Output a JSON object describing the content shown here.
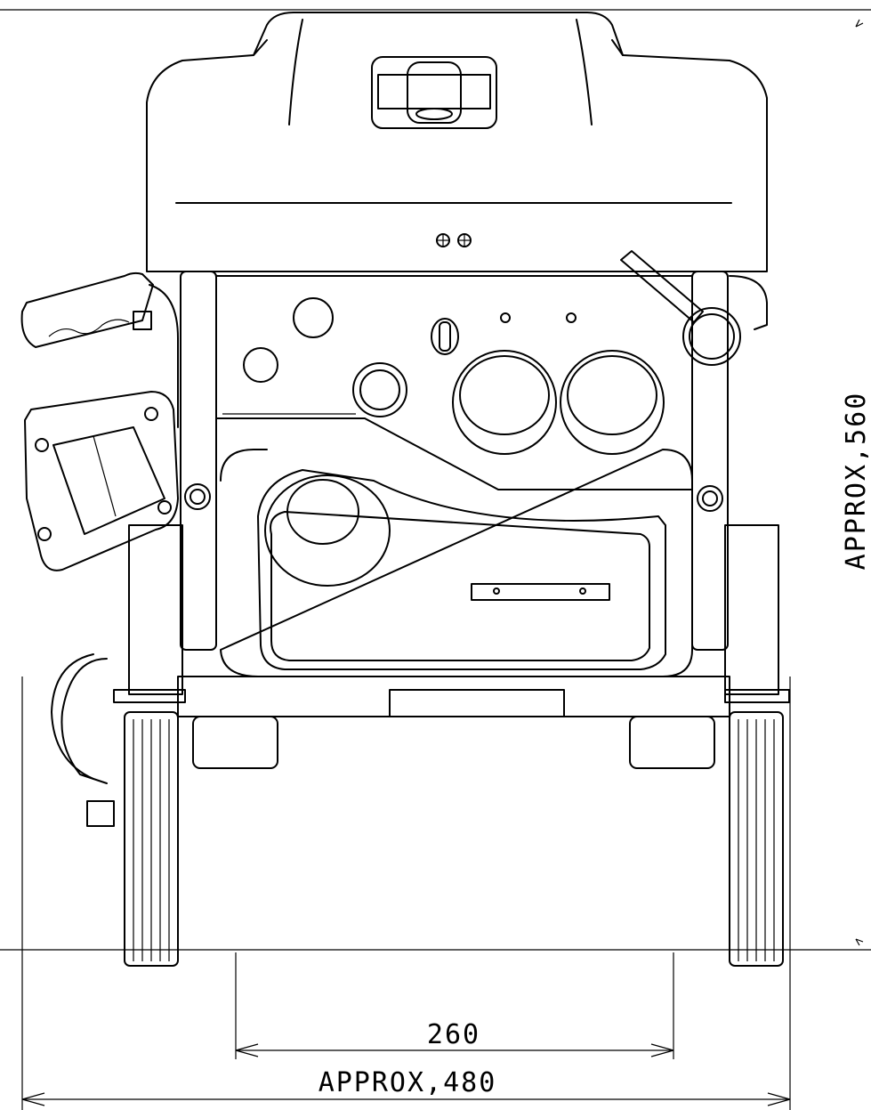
{
  "dimensions": {
    "foot_spacing": "260",
    "overall_width": "APPRΟX,480",
    "overall_height": "APPRΟX,560"
  },
  "drawing": {
    "line_color": "#000000",
    "background": "#ffffff"
  }
}
